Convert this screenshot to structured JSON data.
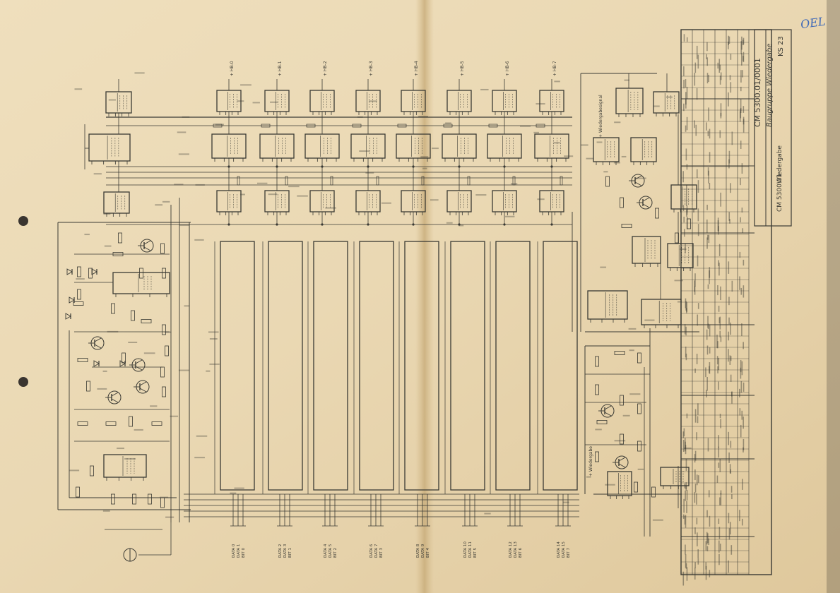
{
  "corner_mark": "OEL",
  "title_block": {
    "document_number": "CM 5300.01/0001",
    "drawing_title": "Baugruppe Wiedergabe",
    "sheet_code": "KS 23",
    "subtitle": "Wiedergabe",
    "base_number": "CM 5300.01"
  },
  "signal_labels": {
    "bus_top": [
      "+ HB-0",
      "+ HB-1",
      "+ HB-2",
      "+ HB-3",
      "+ HB-4",
      "+ HB-5",
      "+ HB-6",
      "+ HB-7"
    ],
    "block_header": "+ Wiedergabesignal",
    "block_header_2": "+ Wiedergabe"
  },
  "bottom_connectors": [
    [
      "DATA 0",
      "DATA 1",
      "BIT 0"
    ],
    [
      "DATA 2",
      "DATA 3",
      "BIT 1"
    ],
    [
      "DATA 4",
      "DATA 5",
      "BIT 2"
    ],
    [
      "DATA 6",
      "DATA 7",
      "BIT 3"
    ],
    [
      "DATA 8",
      "DATA 9",
      "BIT 4"
    ],
    [
      "DATA 10",
      "DATA 11",
      "BIT 5"
    ],
    [
      "DATA 12",
      "DATA 13",
      "BIT 6"
    ],
    [
      "DATA 14",
      "DATA 15",
      "BIT 7"
    ]
  ],
  "colors": {
    "paper": "#ead9b5",
    "paper_dark": "#d8c193",
    "ink": "#3a3a34",
    "ink_blue": "#3d68b8"
  }
}
